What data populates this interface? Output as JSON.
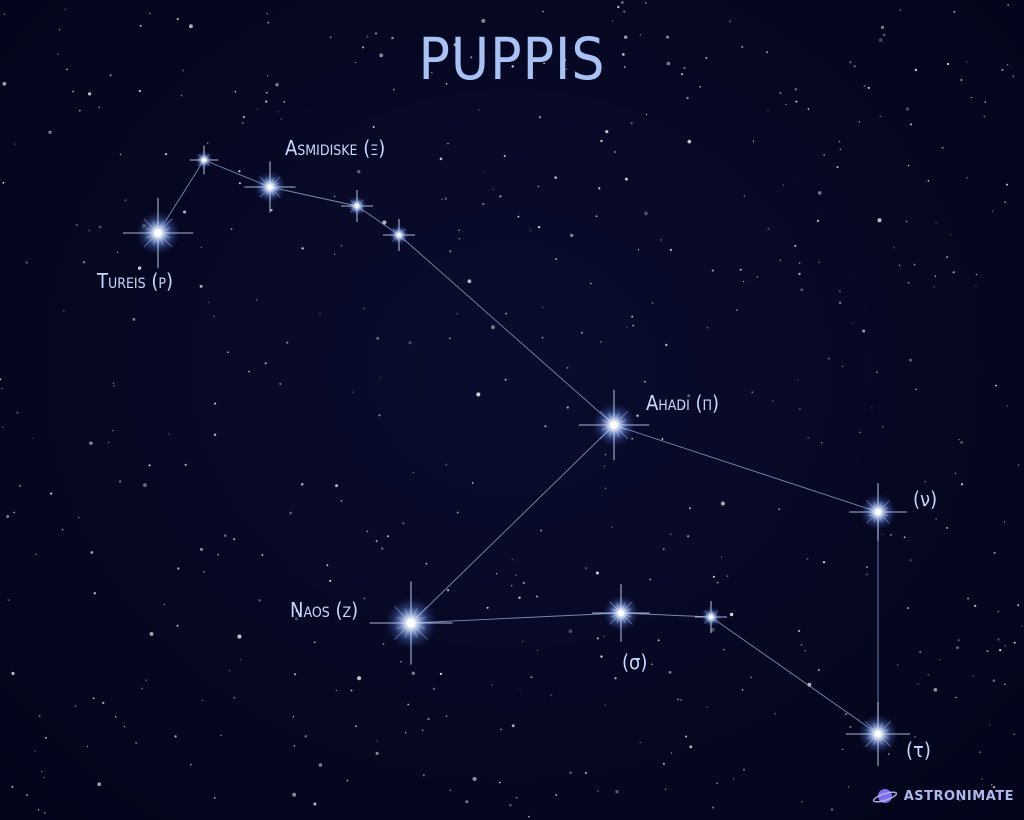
{
  "title": "PUPPIS",
  "stars": [
    {
      "id": "s1",
      "name": "Tureis (ρ)"
    },
    {
      "id": "s2",
      "name": ""
    },
    {
      "id": "s3",
      "name": "Asmidiske (ξ)"
    },
    {
      "id": "s4",
      "name": ""
    },
    {
      "id": "s5",
      "name": ""
    },
    {
      "id": "s6",
      "name": "Ahadi (π)"
    },
    {
      "id": "s7",
      "name": "(ν)"
    },
    {
      "id": "s8",
      "name": "Naos (ζ)"
    },
    {
      "id": "s9",
      "name": "(σ)"
    },
    {
      "id": "s10",
      "name": ""
    },
    {
      "id": "s11",
      "name": "(τ)"
    }
  ],
  "connections": [
    [
      "s1",
      "s2"
    ],
    [
      "s2",
      "s3"
    ],
    [
      "s3",
      "s4"
    ],
    [
      "s4",
      "s5"
    ],
    [
      "s5",
      "s6"
    ],
    [
      "s6",
      "s7"
    ],
    [
      "s7",
      "s11"
    ],
    [
      "s6",
      "s8"
    ],
    [
      "s8",
      "s9"
    ],
    [
      "s9",
      "s10"
    ],
    [
      "s10",
      "s11"
    ]
  ],
  "logo": {
    "text": "ASTRONIMATE",
    "icon": "planet-icon"
  },
  "colors": {
    "background": "#05071f",
    "title": "#a9c2f5",
    "label": "#c9d8ff",
    "line": "#9fb2e0",
    "star_glow": "#6f9cff"
  }
}
